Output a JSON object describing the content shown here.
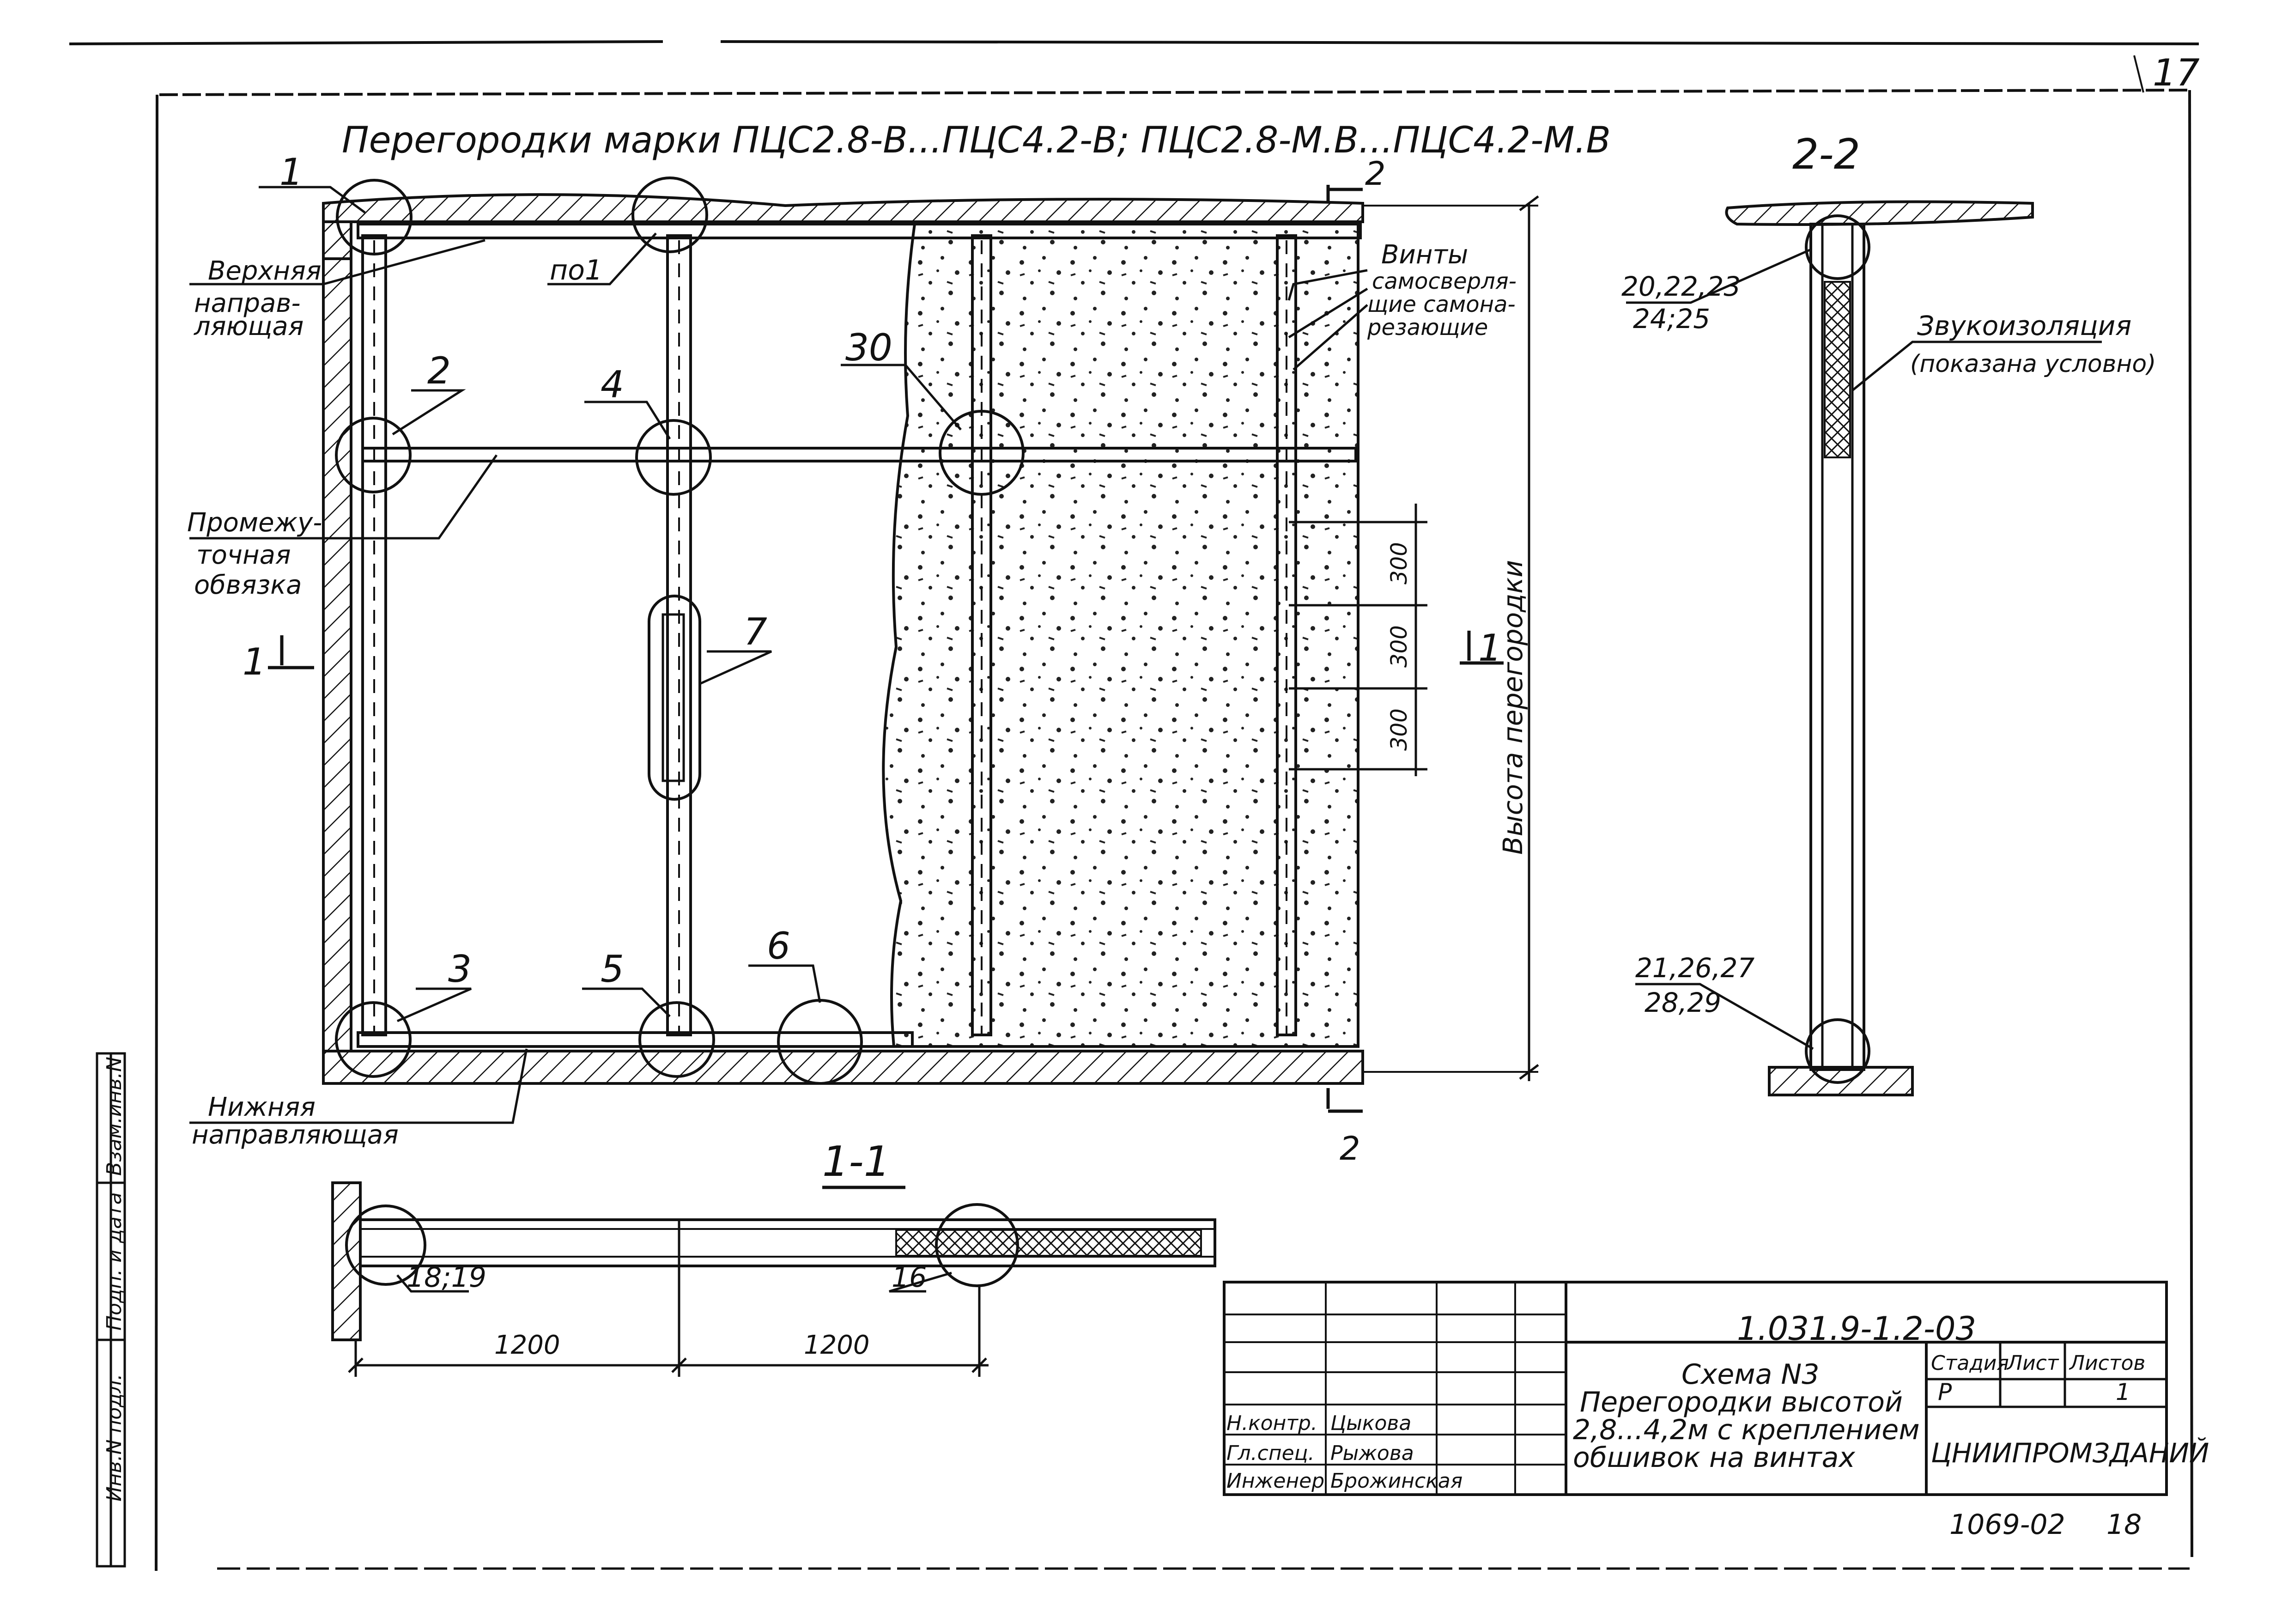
{
  "sheet": {
    "page_number": "17",
    "title": "Перегородки марки ПЦС2.8-В...ПЦС4.2-В; ПЦС2.8-М.В...ПЦС4.2-М.В",
    "bottom_code": "1069-02",
    "bottom_num": "18"
  },
  "callouts": {
    "c1": "1",
    "cpo1": "по1",
    "c2": "2",
    "c3": "3",
    "c4": "4",
    "c5": "5",
    "c6": "6",
    "c7": "7",
    "c30": "30",
    "c1819": "18;19",
    "c16": "16",
    "c2023_a": "20,22,23",
    "c2023_b": "24;25",
    "c2127_a": "21,26,27",
    "c2127_b": "28,29"
  },
  "labels": {
    "upper_guide_1": "Верхняя",
    "upper_guide_2": "направ-",
    "upper_guide_3": "ляющая",
    "mid_tie_1": "Промежу-",
    "mid_tie_2": "точная",
    "mid_tie_3": "обвязка",
    "lower_guide_1": "Нижняя",
    "lower_guide_2": "направляющая",
    "screws_1": "Винты",
    "screws_2": "самосверля-",
    "screws_3": "щие самона-",
    "screws_4": "резающие",
    "height_label": "Высота перегородки",
    "sound_1": "Звукоизоляция",
    "sound_2": "(показана условно)",
    "sec22": "2-2",
    "sec11": "1-1",
    "cut1_left": "1",
    "cut1_right": "1",
    "cut2_top": "2",
    "cut2_bottom": "2"
  },
  "dimensions": {
    "d300_1": "300",
    "d300_2": "300",
    "d300_3": "300",
    "w1200_1": "1200",
    "w1200_2": "1200"
  },
  "stamp": {
    "doc_code": "1.031.9-1.2-03",
    "desc_1": "Схема N3",
    "desc_2": "Перегородки высотой",
    "desc_3": "2,8...4,2м с креплением",
    "desc_4": "обшивок на винтах",
    "col_stage": "Стадия",
    "col_sheet": "Лист",
    "col_sheets": "Листов",
    "stage_val": "Р",
    "sheets_val": "1",
    "org": "ЦНИИПРОМЗДАНИЙ",
    "role_1": "Н.контр.",
    "name_1": "Цыкова",
    "role_2": "Гл.спец.",
    "name_2": "Рыжова",
    "role_3": "Инженер",
    "name_3": "Брожинская"
  },
  "sidebar": {
    "s1": "Взам.инв.N",
    "s2": "Подп. и дата",
    "s3": "Инв.N подл."
  }
}
